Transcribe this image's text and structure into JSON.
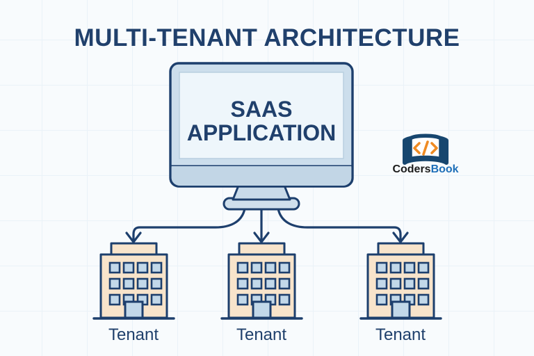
{
  "page": {
    "title": "MULTI-TENANT ARCHITECTURE",
    "background_color": "#f8fbfd",
    "grid_color": "#eaf2f8"
  },
  "colors": {
    "navy": "#1e3f6b",
    "navy_text": "#20406c",
    "outline": "#1d3f6d",
    "monitor_bezel": "#ccdeec",
    "monitor_screen": "#eef6fb",
    "monitor_chin": "#c2d6e6",
    "stand": "#c9dbea",
    "stand_base": "#cfdfec",
    "building_body": "#f8e4cb",
    "building_roof": "#f8e4cb",
    "window_fill": "#c2d8e9",
    "door_fill": "#c2d8e9",
    "logo_book": "#17466f",
    "logo_code": "#ef8b23",
    "logo_text_dark": "#1b1b1b",
    "logo_text_blue": "#1e6fb8"
  },
  "monitor": {
    "line1": "SAAS",
    "line2": "APPLICATION"
  },
  "tenants": [
    {
      "label": "Tenant"
    },
    {
      "label": "Tenant"
    },
    {
      "label": "Tenant"
    }
  ],
  "logo": {
    "name_part1": "Coders",
    "name_part2": "Book",
    "code_glyph": "</>"
  }
}
